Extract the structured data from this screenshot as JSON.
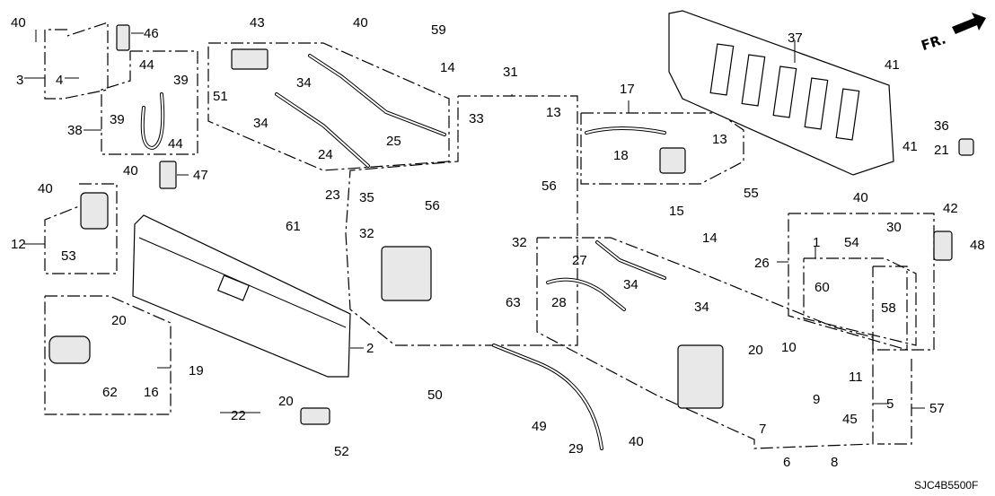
{
  "diagram": {
    "title": "Tailgate parts diagram",
    "code": "SJC4B5500F",
    "direction_label": "FR.",
    "direction_icon": "front-arrow-icon",
    "callouts": [
      {
        "id": "c1",
        "label": "1"
      },
      {
        "id": "c2",
        "label": "2"
      },
      {
        "id": "c3",
        "label": "3"
      },
      {
        "id": "c4",
        "label": "4"
      },
      {
        "id": "c5",
        "label": "5"
      },
      {
        "id": "c6",
        "label": "6"
      },
      {
        "id": "c7",
        "label": "7"
      },
      {
        "id": "c8",
        "label": "8"
      },
      {
        "id": "c9",
        "label": "9"
      },
      {
        "id": "c10",
        "label": "10"
      },
      {
        "id": "c11",
        "label": "11"
      },
      {
        "id": "c12",
        "label": "12"
      },
      {
        "id": "c13a",
        "label": "13"
      },
      {
        "id": "c13b",
        "label": "13"
      },
      {
        "id": "c14a",
        "label": "14"
      },
      {
        "id": "c14b",
        "label": "14"
      },
      {
        "id": "c15",
        "label": "15"
      },
      {
        "id": "c16",
        "label": "16"
      },
      {
        "id": "c17",
        "label": "17"
      },
      {
        "id": "c18",
        "label": "18"
      },
      {
        "id": "c19",
        "label": "19"
      },
      {
        "id": "c20a",
        "label": "20"
      },
      {
        "id": "c20b",
        "label": "20"
      },
      {
        "id": "c20c",
        "label": "20"
      },
      {
        "id": "c21",
        "label": "21"
      },
      {
        "id": "c22",
        "label": "22"
      },
      {
        "id": "c23",
        "label": "23"
      },
      {
        "id": "c24",
        "label": "24"
      },
      {
        "id": "c25",
        "label": "25"
      },
      {
        "id": "c26",
        "label": "26"
      },
      {
        "id": "c27",
        "label": "27"
      },
      {
        "id": "c28",
        "label": "28"
      },
      {
        "id": "c29",
        "label": "29"
      },
      {
        "id": "c30",
        "label": "30"
      },
      {
        "id": "c31",
        "label": "31"
      },
      {
        "id": "c32a",
        "label": "32"
      },
      {
        "id": "c32b",
        "label": "32"
      },
      {
        "id": "c33",
        "label": "33"
      },
      {
        "id": "c34a",
        "label": "34"
      },
      {
        "id": "c34b",
        "label": "34"
      },
      {
        "id": "c34c",
        "label": "34"
      },
      {
        "id": "c34d",
        "label": "34"
      },
      {
        "id": "c35",
        "label": "35"
      },
      {
        "id": "c36",
        "label": "36"
      },
      {
        "id": "c37",
        "label": "37"
      },
      {
        "id": "c38",
        "label": "38"
      },
      {
        "id": "c39a",
        "label": "39"
      },
      {
        "id": "c39b",
        "label": "39"
      },
      {
        "id": "c40a",
        "label": "40"
      },
      {
        "id": "c40b",
        "label": "40"
      },
      {
        "id": "c40c",
        "label": "40"
      },
      {
        "id": "c40d",
        "label": "40"
      },
      {
        "id": "c40e",
        "label": "40"
      },
      {
        "id": "c40f",
        "label": "40"
      },
      {
        "id": "c41a",
        "label": "41"
      },
      {
        "id": "c41b",
        "label": "41"
      },
      {
        "id": "c42",
        "label": "42"
      },
      {
        "id": "c43",
        "label": "43"
      },
      {
        "id": "c44a",
        "label": "44"
      },
      {
        "id": "c44b",
        "label": "44"
      },
      {
        "id": "c45",
        "label": "45"
      },
      {
        "id": "c46",
        "label": "46"
      },
      {
        "id": "c47",
        "label": "47"
      },
      {
        "id": "c48",
        "label": "48"
      },
      {
        "id": "c49",
        "label": "49"
      },
      {
        "id": "c50",
        "label": "50"
      },
      {
        "id": "c51",
        "label": "51"
      },
      {
        "id": "c52",
        "label": "52"
      },
      {
        "id": "c53",
        "label": "53"
      },
      {
        "id": "c54",
        "label": "54"
      },
      {
        "id": "c55",
        "label": "55"
      },
      {
        "id": "c56a",
        "label": "56"
      },
      {
        "id": "c56b",
        "label": "56"
      },
      {
        "id": "c57",
        "label": "57"
      },
      {
        "id": "c58",
        "label": "58"
      },
      {
        "id": "c59",
        "label": "59"
      },
      {
        "id": "c60",
        "label": "60"
      },
      {
        "id": "c61",
        "label": "61"
      },
      {
        "id": "c62",
        "label": "62"
      },
      {
        "id": "c63",
        "label": "63"
      }
    ]
  }
}
